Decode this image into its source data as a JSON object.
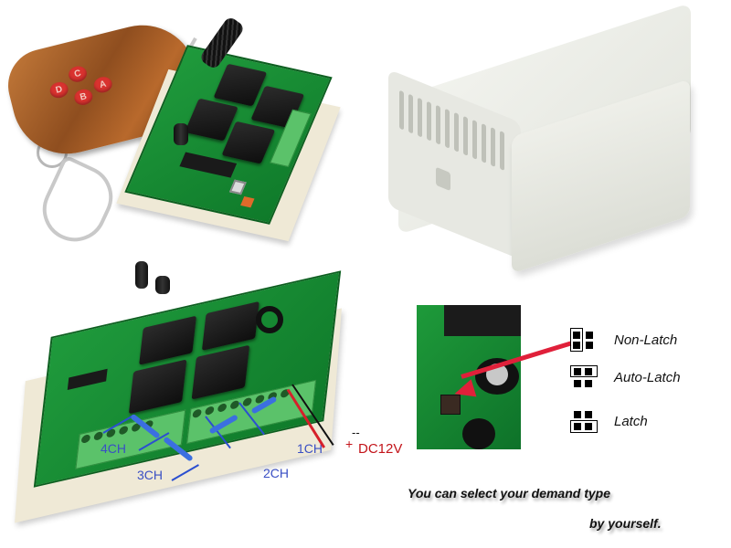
{
  "scene": {
    "background": "#ffffff",
    "description": "Product photo collage of a 4-channel 12V RF remote control relay module"
  },
  "remote": {
    "buttons": [
      "D",
      "C",
      "B",
      "A"
    ],
    "button_color": "#d9322f",
    "body_color": "#9a5522"
  },
  "board_top": {
    "pcb_color": "#178a33",
    "relay_count": 4
  },
  "enclosure": {
    "color": "#e8e9e3"
  },
  "wiring_diagram": {
    "channels": [
      "4CH",
      "3CH",
      "2CH",
      "1CH"
    ],
    "channel_label_color": "#3a4fc4",
    "power": {
      "plus": "+",
      "minus": "--",
      "label": "DC12V",
      "color": "#c3141a"
    }
  },
  "jumper_detail": {
    "arrow_color": "#e0203a"
  },
  "legend": {
    "items": [
      {
        "label": "Non-Latch",
        "mode": "non-latch"
      },
      {
        "label": "Auto-Latch",
        "mode": "auto-latch"
      },
      {
        "label": "Latch",
        "mode": "latch"
      }
    ]
  },
  "caption": {
    "line1": "You can select your demand type",
    "line2": "by yourself."
  }
}
